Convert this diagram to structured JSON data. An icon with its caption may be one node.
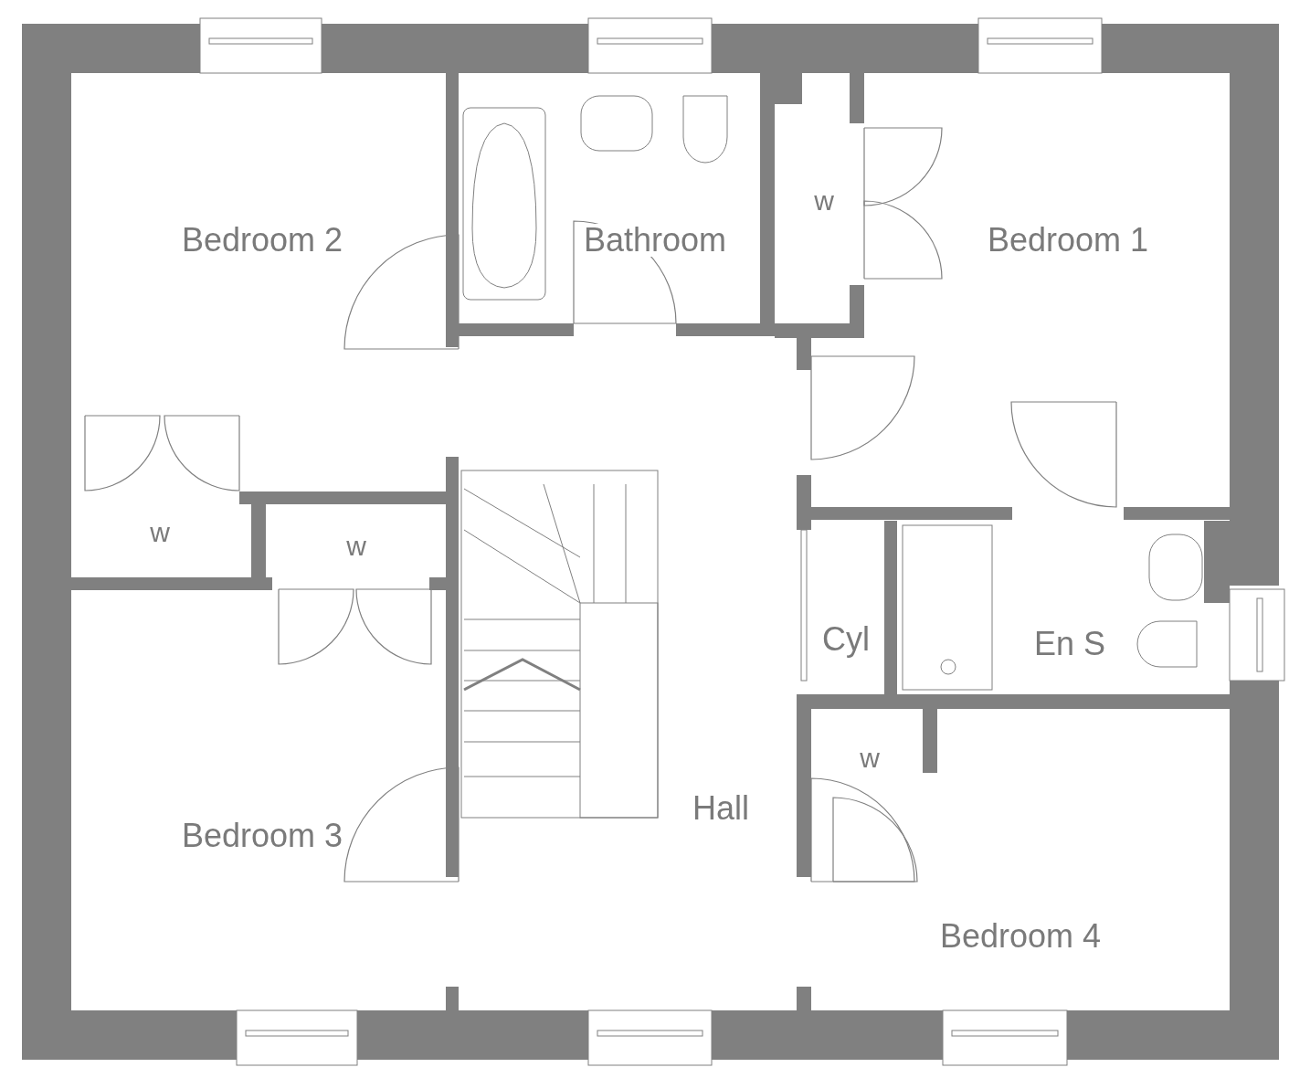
{
  "diagram": {
    "labels": [
      "w",
      "Bedroom 2",
      "Bathroom",
      "Bedroom 1",
      "w",
      "w",
      "Cyl",
      "En S",
      "w",
      "Hall",
      "Bedroom 3",
      "Bedroom 4"
    ]
  }
}
